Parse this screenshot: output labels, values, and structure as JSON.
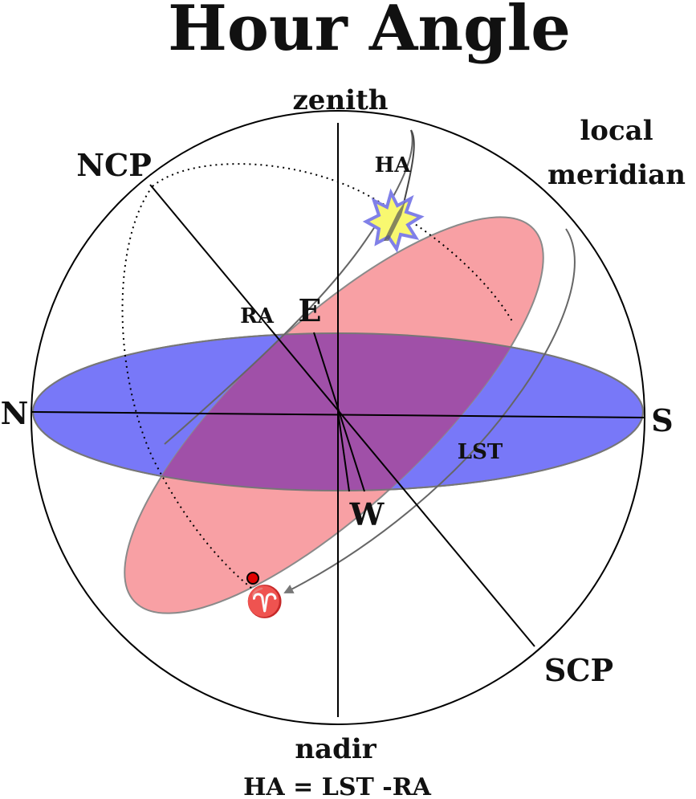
{
  "diagram": {
    "title": "Hour Angle",
    "equation": "HA = LST -RA",
    "labels": {
      "zenith": "zenith",
      "nadir": "nadir",
      "north": "N",
      "south": "S",
      "east": "E",
      "west": "W",
      "ncp": "NCP",
      "scp": "SCP",
      "meridian_line1": "local",
      "meridian_line2": "meridian",
      "ha": "HA",
      "ra": "RA",
      "lst": "LST",
      "aries": "♈"
    },
    "colors": {
      "horizon_plane": "#7878f8",
      "equator_plane": "#f8a0a4",
      "overlap": "#a050a8",
      "star_fill": "#f8f870",
      "star_outline": "#8080e8",
      "aries_point": "#e00000",
      "arrow": "#777777"
    }
  }
}
